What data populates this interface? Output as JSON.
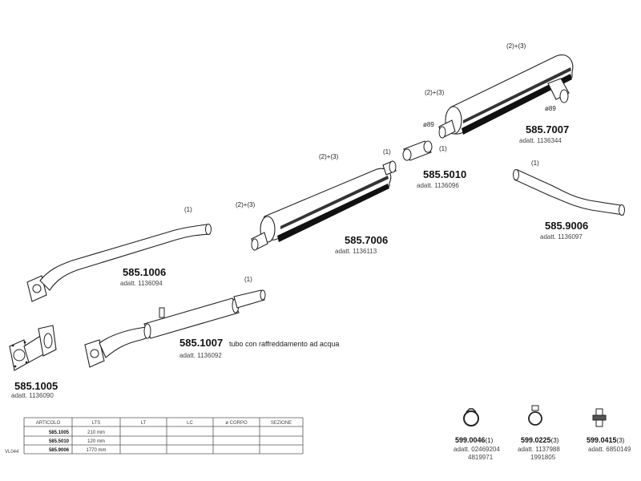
{
  "parts": {
    "p1": {
      "code": "585.1005",
      "adatt": "adatt. 1136090"
    },
    "p2": {
      "code": "585.1006",
      "adatt": "adatt. 1136094",
      "qty": "(1)"
    },
    "p3": {
      "code": "585.1007",
      "desc": "tubo con raffreddamento ad acqua",
      "adatt": "adatt. 1136092",
      "qty": "(1)"
    },
    "p4": {
      "code": "585.7006",
      "adatt": "adatt. 1136113",
      "qty": "(2)+(3)",
      "qty2": "(2)+(3)"
    },
    "p5": {
      "code": "585.5010",
      "adatt": "adatt. 1136096",
      "qty": "(1)",
      "qty2": "(1)"
    },
    "p6": {
      "code": "585.7007",
      "adatt": "adatt. 1136344",
      "qty": "(2)+(3)",
      "qty2": "(2)+(3)",
      "dia1": "ø89",
      "dia2": "ø89"
    },
    "p7": {
      "code": "585.9006",
      "adatt": "adatt. 1136097",
      "qty": "(1)"
    }
  },
  "accessories": [
    {
      "code": "599.0046",
      "qty": "(1)",
      "adatt1": "adatt. 02469204",
      "adatt2": "4819971"
    },
    {
      "code": "599.0225",
      "qty": "(3)",
      "adatt1": "adatt. 1137988",
      "adatt2": "1991805"
    },
    {
      "code": "599.0415",
      "qty": "(3)",
      "adatt1": "adatt. 6850149",
      "adatt2": ""
    }
  ],
  "table": {
    "side_label": "VL044",
    "headers": [
      "ARTICOLO",
      "LTS",
      "LT",
      "LC",
      "ø CORPO",
      "SEZIONE"
    ],
    "rows": [
      {
        "articolo": "585.1005",
        "lts": "210 mm"
      },
      {
        "articolo": "585.5010",
        "lts": "120 mm"
      },
      {
        "articolo": "585.9006",
        "lts": "1770 mm"
      }
    ]
  }
}
